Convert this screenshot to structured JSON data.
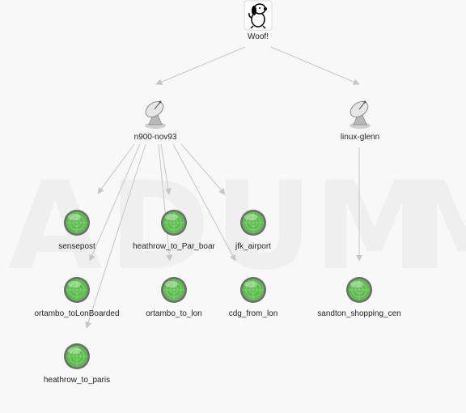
{
  "graph": {
    "root": {
      "id": "woof",
      "label": "Woof!",
      "icon": "snoopy-dog-icon"
    },
    "hubs": [
      {
        "id": "n900",
        "label": "n900-nov93",
        "icon": "satellite-dish-icon"
      },
      {
        "id": "linux",
        "label": "linux-glenn",
        "icon": "satellite-dish-icon"
      }
    ],
    "leaves": [
      {
        "id": "sensepost",
        "label": "sensepost",
        "icon": "radar-icon"
      },
      {
        "id": "heathrow_par",
        "label": "heathrow_to_Par_boar",
        "icon": "radar-icon"
      },
      {
        "id": "jfk",
        "label": "jfk_airport",
        "icon": "radar-icon"
      },
      {
        "id": "ortambo_board",
        "label": "ortambo_toLonBoarded",
        "icon": "radar-icon"
      },
      {
        "id": "ortambo_lon",
        "label": "ortambo_to_lon",
        "icon": "radar-icon"
      },
      {
        "id": "cdg",
        "label": "cdg_from_lon",
        "icon": "radar-icon"
      },
      {
        "id": "sandton",
        "label": "sandton_shopping_cen",
        "icon": "radar-icon"
      },
      {
        "id": "heathrow_paris",
        "label": "heathrow_to_paris",
        "icon": "radar-icon"
      }
    ],
    "edges": [
      [
        "woof",
        "n900"
      ],
      [
        "woof",
        "linux"
      ],
      [
        "n900",
        "sensepost"
      ],
      [
        "n900",
        "heathrow_par"
      ],
      [
        "n900",
        "jfk"
      ],
      [
        "n900",
        "ortambo_board"
      ],
      [
        "n900",
        "ortambo_lon"
      ],
      [
        "n900",
        "cdg"
      ],
      [
        "n900",
        "heathrow_paris"
      ],
      [
        "linux",
        "sandton"
      ]
    ]
  },
  "colors": {
    "edge": "#c6c6c6",
    "radar_green": "#5dbb4f",
    "label": "#222222"
  }
}
